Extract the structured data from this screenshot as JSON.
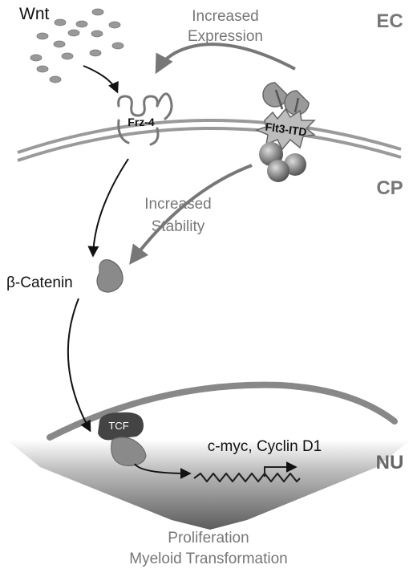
{
  "labels": {
    "wnt": "Wnt",
    "increased_expression_line1": "Increased",
    "increased_expression_line2": "Expression",
    "compartment_ec": "EC",
    "compartment_cp": "CP",
    "compartment_nu": "NU",
    "frz4": "Frz-4",
    "flt3_itd": "Flt3-ITD",
    "increased_stability_line1": "Increased",
    "increased_stability_line2": "Stability",
    "beta_catenin": "β-Catenin",
    "tcf": "TCF",
    "target_genes": "c-myc, Cyclin D1",
    "outcome_line1": "Proliferation",
    "outcome_line2": "Myeloid Transformation"
  },
  "colors": {
    "label_gray": "#777777",
    "dark_gray": "#5a5a5a",
    "membrane": "#aaaaaa",
    "catenin_fill": "#888888",
    "tcf_fill": "#444444",
    "arrow_black": "#111111",
    "arrow_gray": "#777777"
  }
}
